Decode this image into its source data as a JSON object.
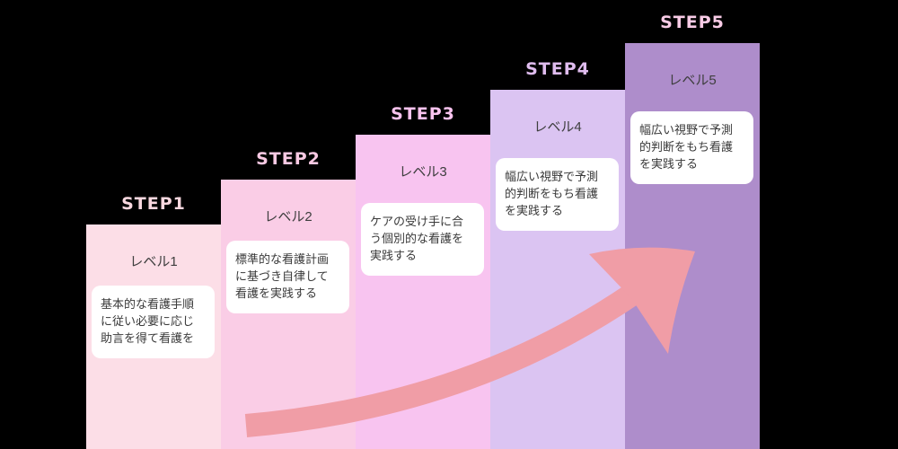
{
  "diagram": {
    "background_color": "#000000",
    "steps": [
      {
        "step_label": "STEP1",
        "level_label": "レベル1",
        "description": "基本的な看護手順\nに従い必要に応じ\n助言を得て看護を",
        "column_color": "#FCDEE7",
        "step_label_color": "#F8D7DF"
      },
      {
        "step_label": "STEP2",
        "level_label": "レベル2",
        "description": "標準的な看護計画\nに基づき自律して\n看護を実践する",
        "column_color": "#FACDE6",
        "step_label_color": "#F9C9E3"
      },
      {
        "step_label": "STEP3",
        "level_label": "レベル3",
        "description": "ケアの受け手に合\nう個別的な看護を\n実践する",
        "column_color": "#F8C4F0",
        "step_label_color": "#F8C3EE"
      },
      {
        "step_label": "STEP4",
        "level_label": "レベル4",
        "description": "幅広い視野で予測\n的判断をもち看護\nを実践する",
        "column_color": "#DBC4F2",
        "step_label_color": "#DFBCEE"
      },
      {
        "step_label": "STEP5",
        "level_label": "レベル5",
        "description": "幅広い視野で予測\n的判断をもち看護\nを実践する",
        "column_color": "#AE8DCB",
        "step_label_color": "#F8CBE6"
      }
    ],
    "arrow": {
      "label": "growth-arrow",
      "color": "#F09DA6"
    }
  }
}
